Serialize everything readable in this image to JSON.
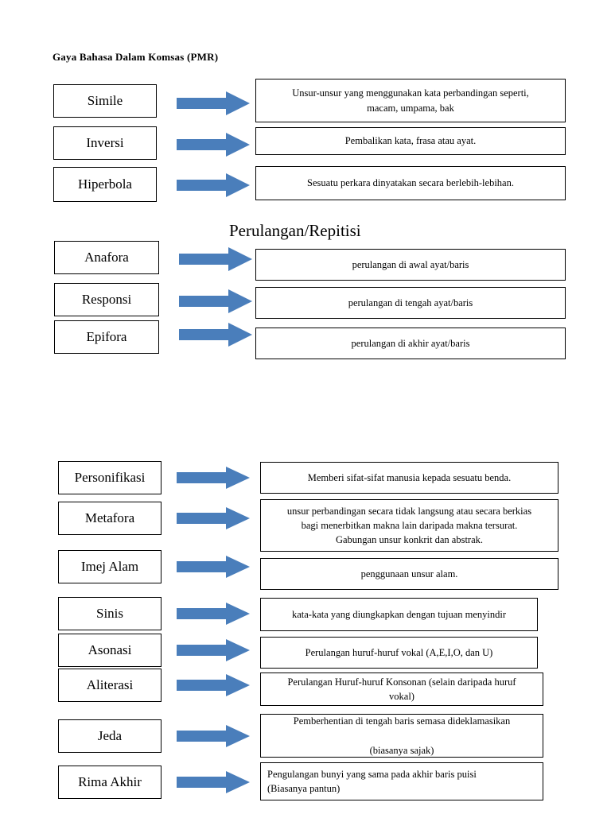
{
  "document": {
    "title": "Gaya Bahasa Dalam Komsas (PMR)",
    "section_heading": "Perulangan/Repitisi",
    "arrow_color": "#4A7EBB",
    "border_color": "#000000",
    "background": "#FFFFFF"
  },
  "groups": [
    {
      "name": "group-1",
      "rows": [
        {
          "term": "Simile",
          "definition": "Unsur-unsur yang menggunakan kata perbandingan seperti,\nmacam, umpama, bak",
          "align": "center"
        },
        {
          "term": "Inversi",
          "definition": "Pembalikan kata, frasa atau ayat.",
          "align": "center"
        },
        {
          "term": "Hiperbola",
          "definition": "Sesuatu perkara dinyatakan secara berlebih-lebihan.",
          "align": "center"
        }
      ]
    },
    {
      "name": "group-2",
      "rows": [
        {
          "term": "Anafora",
          "definition": "perulangan di awal ayat/baris",
          "align": "center"
        },
        {
          "term": "Responsi",
          "definition": "perulangan di tengah ayat/baris",
          "align": "center"
        },
        {
          "term": "Epifora",
          "definition": "perulangan di akhir ayat/baris",
          "align": "center"
        }
      ]
    },
    {
      "name": "group-3",
      "rows": [
        {
          "term": "Personifikasi",
          "definition": "Memberi sifat-sifat manusia kepada sesuatu benda.",
          "align": "center"
        },
        {
          "term": "Metafora",
          "definition": "unsur perbandingan secara tidak langsung atau secara berkias\nbagi menerbitkan makna lain daripada makna tersurat.\nGabungan unsur konkrit dan abstrak.",
          "align": "center"
        },
        {
          "term": "Imej Alam",
          "definition": "penggunaan unsur alam.",
          "align": "center"
        },
        {
          "term": "Sinis",
          "definition": "kata-kata yang diungkapkan dengan tujuan menyindir",
          "align": "center"
        },
        {
          "term": "Asonasi",
          "definition": "Perulangan huruf-huruf  vokal (A,E,I,O, dan U)",
          "align": "center"
        },
        {
          "term": "Aliterasi",
          "definition": "Perulangan Huruf-huruf Konsonan (selain daripada huruf\nvokal)",
          "align": "center"
        },
        {
          "term": "Jeda",
          "definition": "Pemberhentian di tengah baris semasa dideklamasikan\n\n(biasanya sajak)",
          "align": "center"
        },
        {
          "term": "Rima Akhir",
          "definition": "Pengulangan bunyi yang sama pada akhir baris puisi\n(Biasanya pantun)",
          "align": "left"
        }
      ]
    }
  ]
}
